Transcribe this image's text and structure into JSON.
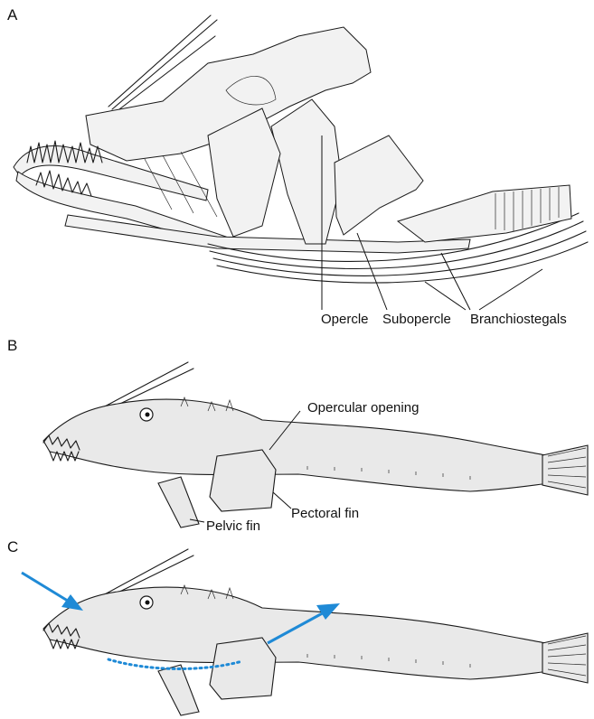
{
  "panels": [
    {
      "letter": "A"
    },
    {
      "letter": "B"
    },
    {
      "letter": "C"
    }
  ],
  "labels_a": {
    "opercle": "Opercle",
    "subopercle": "Subopercle",
    "branchiostegals": "Branchiostegals"
  },
  "labels_b": {
    "opercular_opening": "Opercular opening",
    "pectoral_fin": "Pectoral fin",
    "pelvic_fin": "Pelvic fin"
  },
  "colors": {
    "arrow": "#1f8ad6",
    "ink": "#1a1a1a"
  }
}
